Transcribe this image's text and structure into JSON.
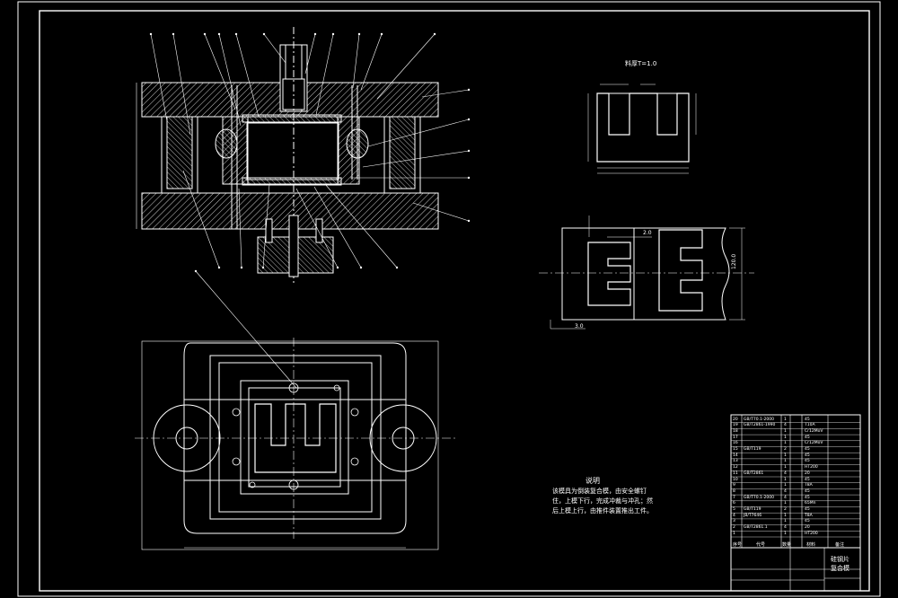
{
  "drawing": {
    "colors": {
      "background": "#000000",
      "line": "#ffffff",
      "hatch": "#ffffff"
    },
    "strip_label": "料厚T=1.0",
    "dim_strip_height": "120.0",
    "dim_pitch": "2.0",
    "dim_gap": "3.0",
    "notes": {
      "title": "说明",
      "lines": [
        "该模具为倒装复合模，由安全螺钉",
        "住，上模下行，完成冲裁与冲孔；然",
        "后上模上行，由推件装置推出工件。"
      ]
    },
    "title_block": {
      "part_name_1": "硅钢片",
      "part_name_2": "复合模",
      "bom_rows": [
        {
          "no": "20",
          "name": "GB/T70.1-2000",
          "qty": "1",
          "mat": "45"
        },
        {
          "no": "19",
          "name": "GB/T2861-1990",
          "qty": "4",
          "mat": "T10A"
        },
        {
          "no": "18",
          "name": "",
          "qty": "1",
          "mat": "Cr12MoV"
        },
        {
          "no": "17",
          "name": "",
          "qty": "1",
          "mat": "45"
        },
        {
          "no": "16",
          "name": "",
          "qty": "1",
          "mat": "Cr12MoV"
        },
        {
          "no": "15",
          "name": "GB/T119",
          "qty": "2",
          "mat": "45"
        },
        {
          "no": "14",
          "name": "",
          "qty": "1",
          "mat": "45"
        },
        {
          "no": "13",
          "name": "",
          "qty": "1",
          "mat": "45"
        },
        {
          "no": "12",
          "name": "",
          "qty": "1",
          "mat": "HT200"
        },
        {
          "no": "11",
          "name": "GB/T2861",
          "qty": "4",
          "mat": "20"
        },
        {
          "no": "10",
          "name": "",
          "qty": "1",
          "mat": "45"
        },
        {
          "no": "9",
          "name": "",
          "qty": "1",
          "mat": "T8A"
        },
        {
          "no": "8",
          "name": "",
          "qty": "4",
          "mat": "45"
        },
        {
          "no": "7",
          "name": "GB/T70.1-2000",
          "qty": "4",
          "mat": "45"
        },
        {
          "no": "6",
          "name": "",
          "qty": "1",
          "mat": "65Mn"
        },
        {
          "no": "5",
          "name": "GB/T119",
          "qty": "2",
          "mat": "45"
        },
        {
          "no": "4",
          "name": "JB/T7646",
          "qty": "1",
          "mat": "T8A"
        },
        {
          "no": "3",
          "name": "",
          "qty": "1",
          "mat": "45"
        },
        {
          "no": "2",
          "name": "GB/T2861.1",
          "qty": "4",
          "mat": "20"
        },
        {
          "no": "1",
          "name": "",
          "qty": "1",
          "mat": "HT200"
        }
      ],
      "header": {
        "no": "序号",
        "name": "代号",
        "qty": "数量",
        "mat": "材料",
        "note": "备注"
      }
    }
  }
}
